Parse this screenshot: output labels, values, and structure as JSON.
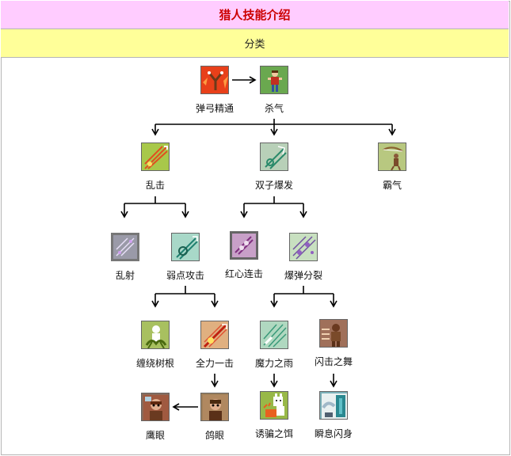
{
  "header": {
    "title": "猎人技能介绍",
    "subtitle": "分类"
  },
  "skills": [
    {
      "id": "slingshot",
      "label": "弹弓精通",
      "icon": "slingshot-icon",
      "color": "#e8401a"
    },
    {
      "id": "killaura",
      "label": "杀气",
      "icon": "hunter-figure-icon",
      "color": "#6aa84f"
    },
    {
      "id": "randomhit",
      "label": "乱击",
      "icon": "arrow-burst-icon",
      "color": "#a8c84a"
    },
    {
      "id": "twinburst",
      "label": "双子爆发",
      "icon": "twin-arrow-icon",
      "color": "#b8d0b8"
    },
    {
      "id": "domineer",
      "label": "霸气",
      "icon": "bow-stance-icon",
      "color": "#b8c880"
    },
    {
      "id": "randomshot",
      "label": "乱射",
      "icon": "scatter-shot-icon",
      "color": "#9a9aa8"
    },
    {
      "id": "weakpoint",
      "label": "弱点攻击",
      "icon": "weak-point-icon",
      "color": "#a8d8c8"
    },
    {
      "id": "redheart",
      "label": "红心连击",
      "icon": "heart-combo-icon",
      "color": "#c8a0c8"
    },
    {
      "id": "bombsplit",
      "label": "爆弹分裂",
      "icon": "bomb-split-icon",
      "color": "#c8e0c0"
    },
    {
      "id": "rootbind",
      "label": "缠绕树根",
      "icon": "root-bind-icon",
      "color": "#a8c060"
    },
    {
      "id": "fullforce",
      "label": "全力一击",
      "icon": "full-force-icon",
      "color": "#e0b080"
    },
    {
      "id": "magicrain",
      "label": "魔力之雨",
      "icon": "magic-rain-icon",
      "color": "#b0d8c0"
    },
    {
      "id": "flashdance",
      "label": "闪击之舞",
      "icon": "flash-dance-icon",
      "color": "#a0705a"
    },
    {
      "id": "eagleeye",
      "label": "鹰眼",
      "icon": "eagle-eye-icon",
      "color": "#8a6a5a"
    },
    {
      "id": "pigeoneye",
      "label": "鸽眼",
      "icon": "pigeon-eye-icon",
      "color": "#a0805a"
    },
    {
      "id": "lure",
      "label": "诱骗之饵",
      "icon": "lure-bait-icon",
      "color": "#98b848"
    },
    {
      "id": "blinkdodge",
      "label": "瞬息闪身",
      "icon": "blink-dodge-icon",
      "color": "#7ab0b8"
    }
  ]
}
